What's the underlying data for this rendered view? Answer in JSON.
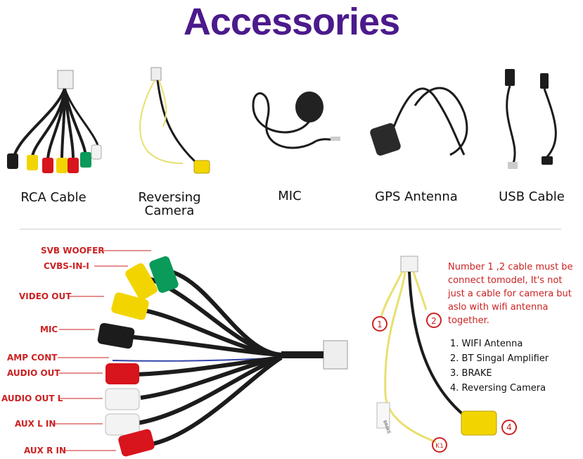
{
  "title": "Accessories",
  "products": [
    {
      "label": "RCA Cable"
    },
    {
      "label": "Reversing Camera"
    },
    {
      "label": "MIC"
    },
    {
      "label": "GPS Antenna"
    },
    {
      "label": "USB Cable"
    }
  ],
  "wire_labels": [
    "SVB WOOFER",
    "CVBS-IN-I",
    "VIDEO OUT",
    "MIC",
    "AMP CONT",
    "AUDIO OUT",
    "AUDIO OUT L",
    "AUX L IN",
    "AUX R IN"
  ],
  "note": "Number 1 ,2 cable must be connect tomodel, It's not just a cable for camera but aslo with wifi antenna together.",
  "legend": [
    "1. WIFI Antenna",
    "2. BT Singal Amplifier",
    "3. BRAKE",
    "4. Reversing Camera"
  ],
  "markers": [
    "1",
    "2",
    "K1",
    "4"
  ],
  "brake_tag": "BRAKE",
  "colors": {
    "title": "#4b1a8c",
    "callout": "#cc2222",
    "rca_yellow": "#f2d500",
    "rca_red": "#d8141c",
    "rca_green": "#0a9a5a",
    "rca_white": "#f3f3f3",
    "cable": "#1c1c1c"
  }
}
